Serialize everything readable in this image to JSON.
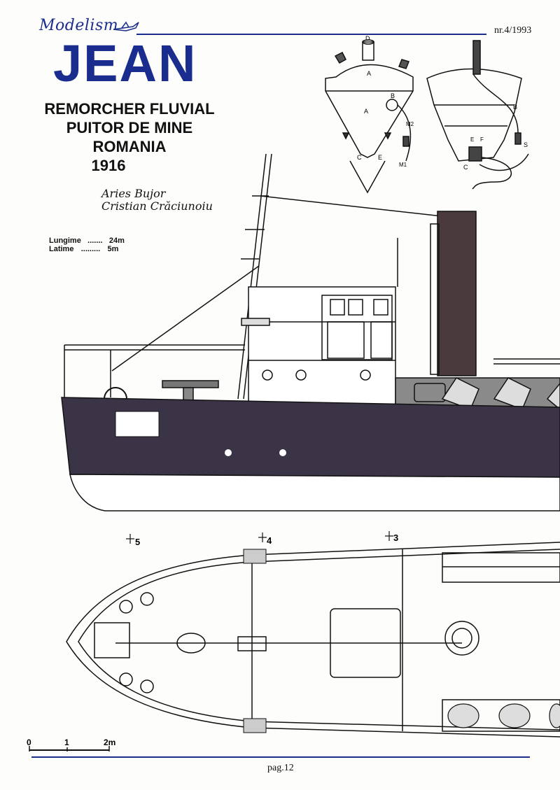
{
  "header": {
    "logo_text": "Modelism",
    "issue": "nr.4/1993"
  },
  "title": {
    "name": "JEAN",
    "line1": "REMORCHER FLUVIAL",
    "line2": "PUITOR DE MINE",
    "line3": "ROMANIA",
    "year": "1916"
  },
  "authors": [
    "Aries Bujor",
    "Cristian Crăciunoiu"
  ],
  "dimensions": [
    {
      "label": "Lungime",
      "value": "24m"
    },
    {
      "label": "Latime",
      "value": "5m"
    }
  ],
  "mine_labels": {
    "mine1": [
      "D",
      "A",
      "A",
      "B",
      "C",
      "E",
      "M2",
      "M1"
    ],
    "mine2": [
      "B",
      "C",
      "E",
      "F",
      "S"
    ]
  },
  "frame_marks": [
    "5",
    "4",
    "3"
  ],
  "scale_bar": [
    "0",
    "1",
    "2m"
  ],
  "footer": {
    "page": "pag.12"
  },
  "colors": {
    "accent": "#1c2e8c",
    "hull": "#3b3447",
    "ink": "#111111"
  }
}
